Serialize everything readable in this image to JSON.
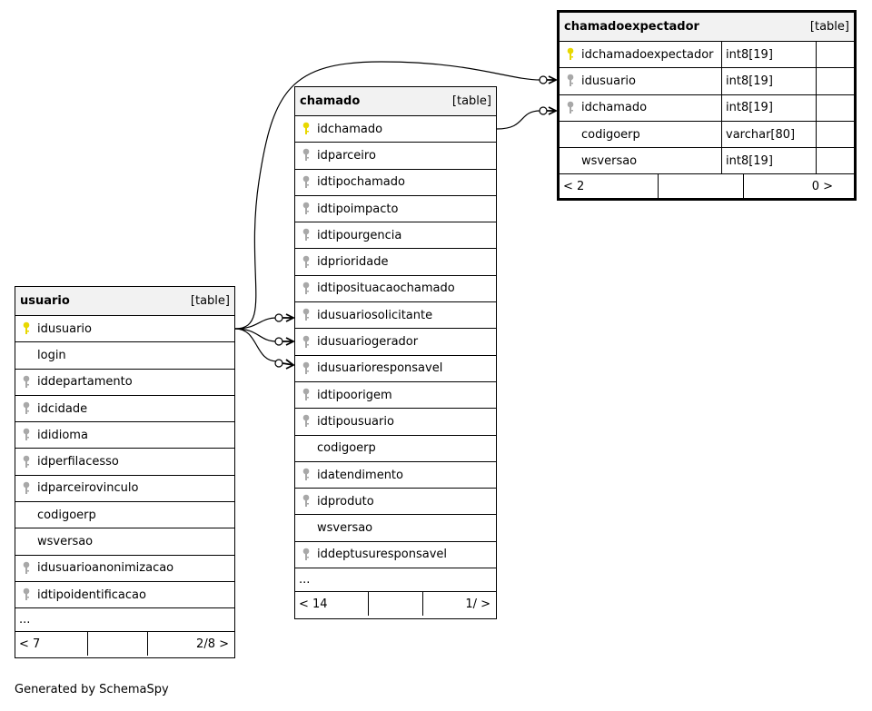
{
  "tables": {
    "chamadoexpectador": {
      "name": "chamadoexpectador",
      "kind": "[table]",
      "columns": [
        {
          "name": "idchamadoexpectador",
          "type": "int8[19]",
          "key": "primary"
        },
        {
          "name": "idusuario",
          "type": "int8[19]",
          "key": "foreign"
        },
        {
          "name": "idchamado",
          "type": "int8[19]",
          "key": "foreign"
        },
        {
          "name": "codigoerp",
          "type": "varchar[80]",
          "key": "none"
        },
        {
          "name": "wsversao",
          "type": "int8[19]",
          "key": "none"
        }
      ],
      "footer": {
        "parents": "< 2",
        "middle": "",
        "children": "0 >"
      }
    },
    "chamado": {
      "name": "chamado",
      "kind": "[table]",
      "columns": [
        {
          "name": "idchamado",
          "key": "primary"
        },
        {
          "name": "idparceiro",
          "key": "foreign"
        },
        {
          "name": "idtipochamado",
          "key": "foreign"
        },
        {
          "name": "idtipoimpacto",
          "key": "foreign"
        },
        {
          "name": "idtipourgencia",
          "key": "foreign"
        },
        {
          "name": "idprioridade",
          "key": "foreign"
        },
        {
          "name": "idtiposituacaochamado",
          "key": "foreign"
        },
        {
          "name": "idusuariosolicitante",
          "key": "foreign"
        },
        {
          "name": "idusuariogerador",
          "key": "foreign"
        },
        {
          "name": "idusuarioresponsavel",
          "key": "foreign"
        },
        {
          "name": "idtipoorigem",
          "key": "foreign"
        },
        {
          "name": "idtipousuario",
          "key": "foreign"
        },
        {
          "name": "codigoerp",
          "key": "none"
        },
        {
          "name": "idatendimento",
          "key": "foreign"
        },
        {
          "name": "idproduto",
          "key": "foreign"
        },
        {
          "name": "wsversao",
          "key": "none"
        },
        {
          "name": "iddeptusuresponsavel",
          "key": "foreign"
        }
      ],
      "more": "...",
      "footer": {
        "parents": "< 14",
        "middle": "",
        "children": "1/ >"
      }
    },
    "usuario": {
      "name": "usuario",
      "kind": "[table]",
      "columns": [
        {
          "name": "idusuario",
          "key": "primary"
        },
        {
          "name": "login",
          "key": "none"
        },
        {
          "name": "iddepartamento",
          "key": "foreign"
        },
        {
          "name": "idcidade",
          "key": "foreign"
        },
        {
          "name": "ididioma",
          "key": "foreign"
        },
        {
          "name": "idperfilacesso",
          "key": "foreign"
        },
        {
          "name": "idparceirovinculo",
          "key": "foreign"
        },
        {
          "name": "codigoerp",
          "key": "none"
        },
        {
          "name": "wsversao",
          "key": "none"
        },
        {
          "name": "idusuarioanonimizacao",
          "key": "foreign"
        },
        {
          "name": "idtipoidentificacao",
          "key": "foreign"
        }
      ],
      "more": "...",
      "footer": {
        "parents": "< 7",
        "middle": "",
        "children": "2/8 >"
      }
    }
  },
  "credit": "Generated by SchemaSpy",
  "colors": {
    "primary_key": "#e8d800",
    "foreign_key": "#a8a8a8",
    "header_bg": "#f2f2f2"
  }
}
